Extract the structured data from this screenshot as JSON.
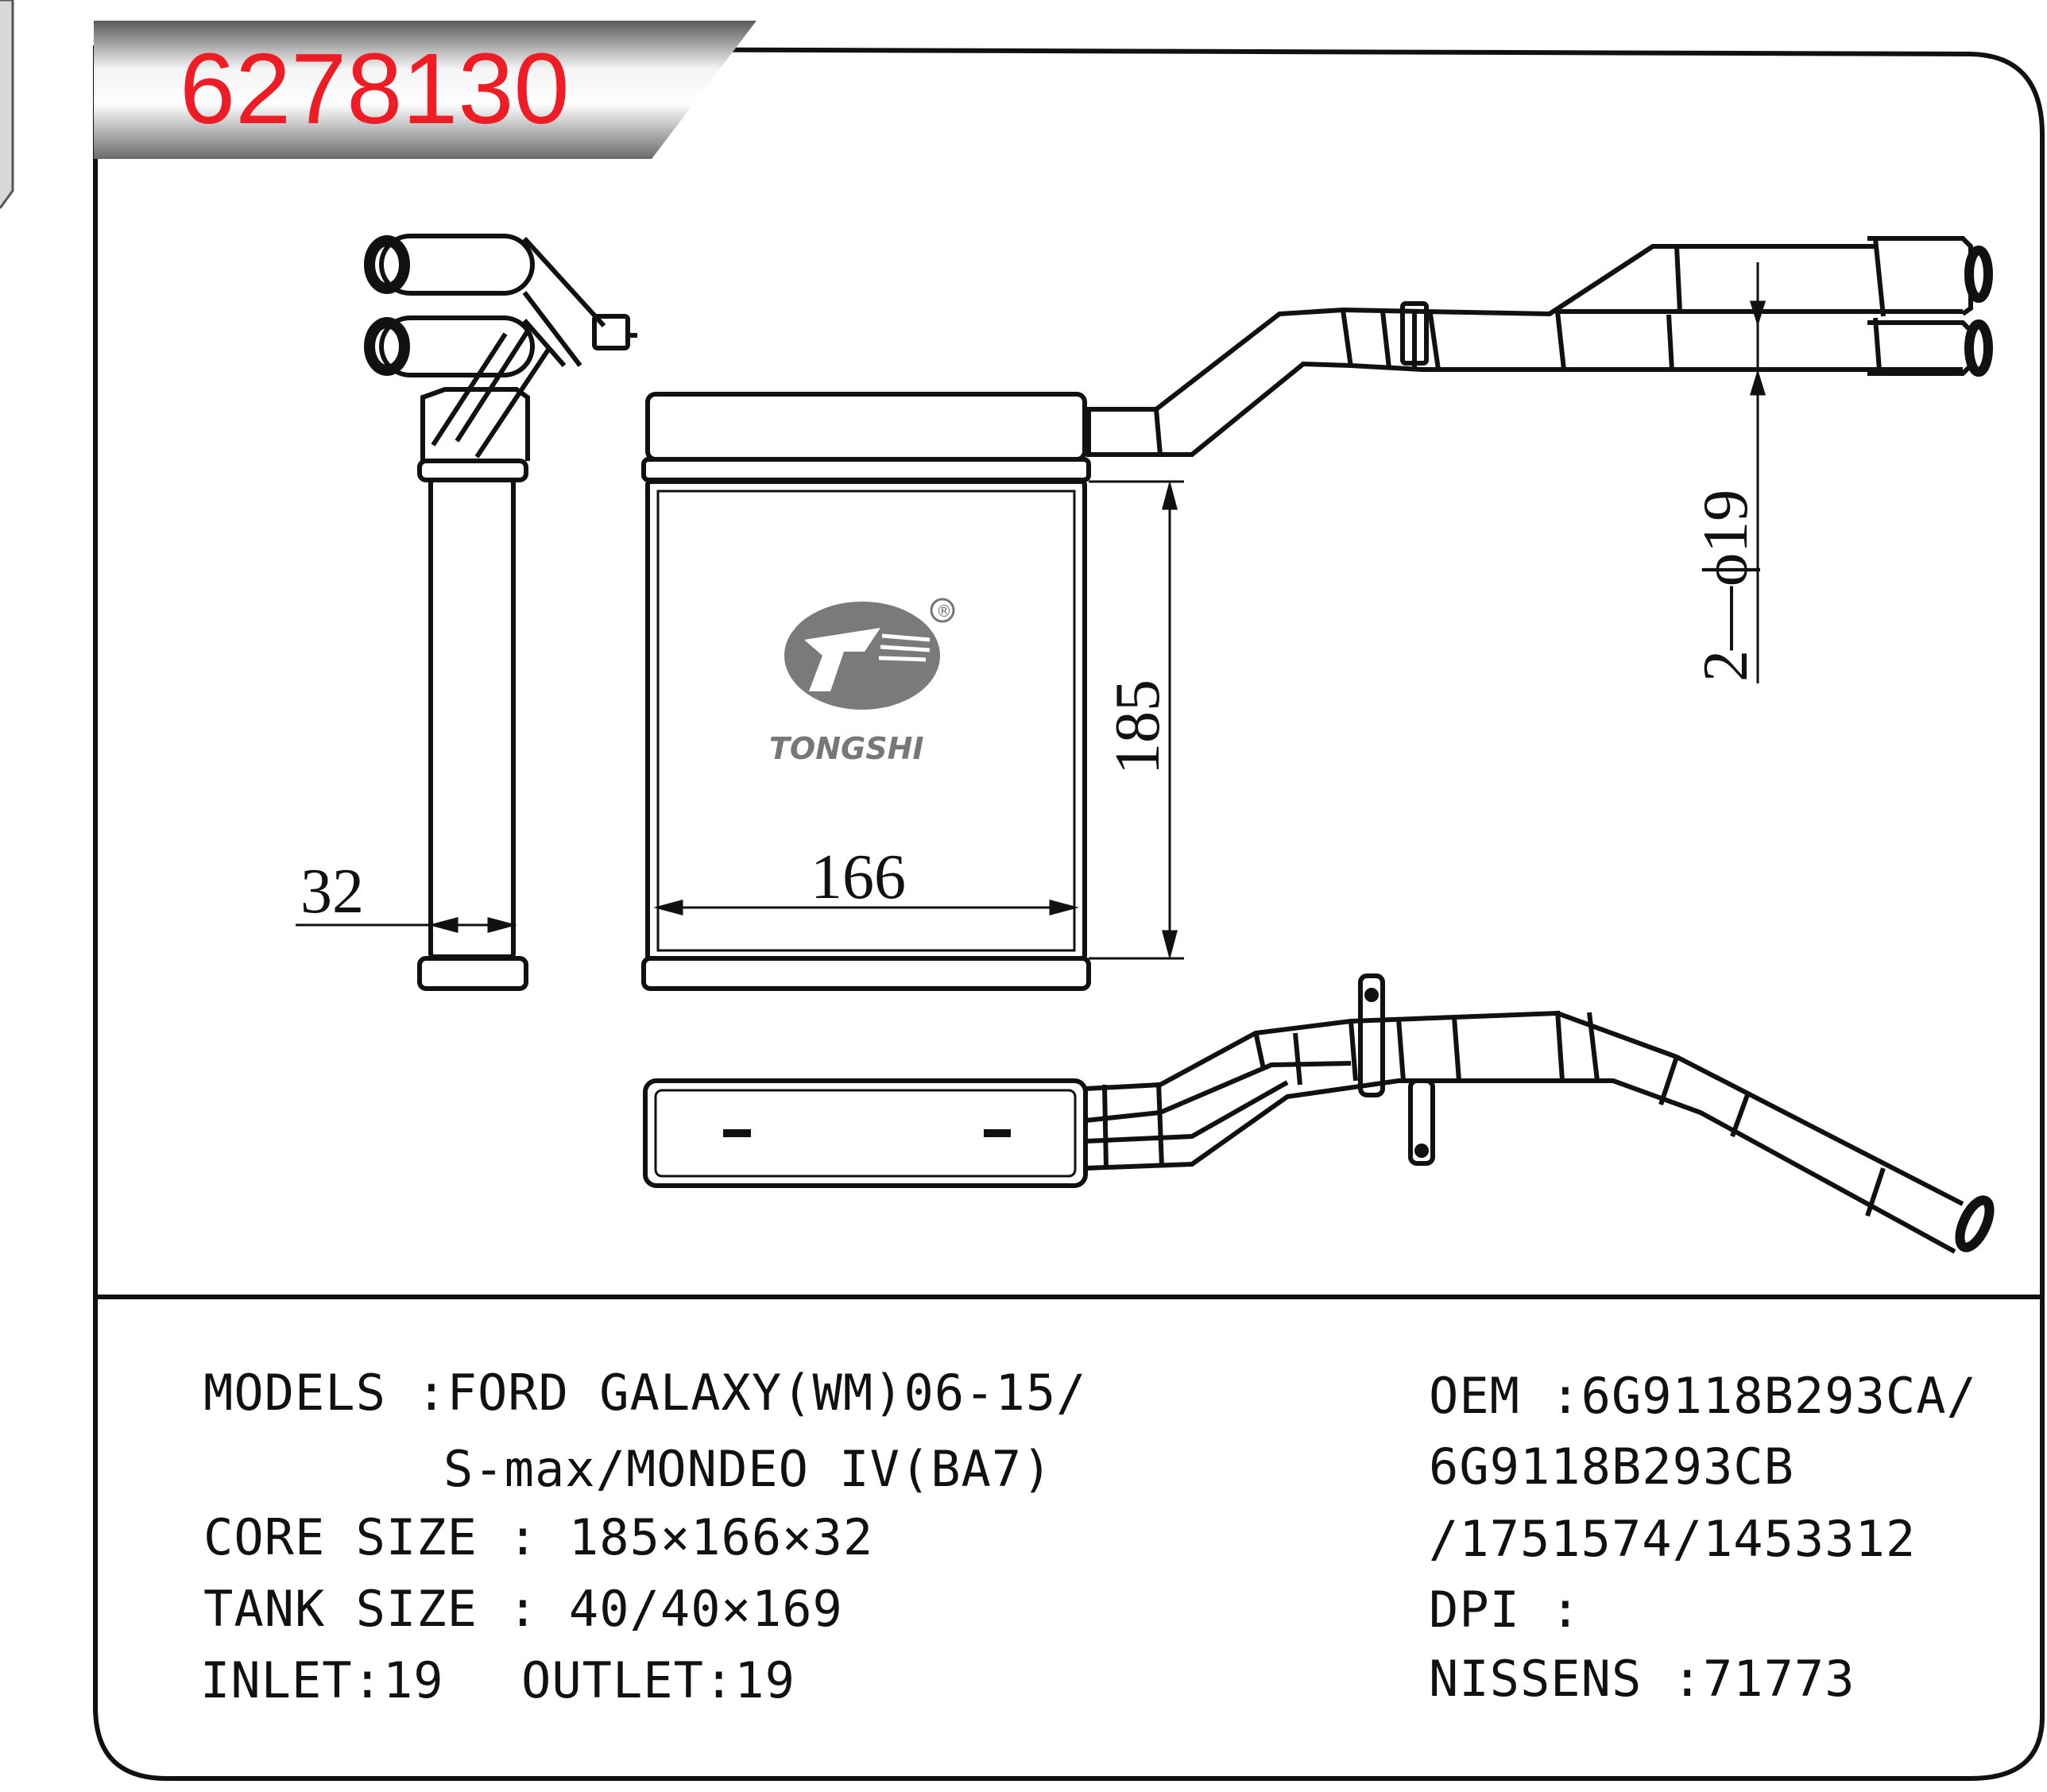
{
  "part_number": "6278130",
  "brand": {
    "name": "TONGSHI",
    "registered_mark": "®"
  },
  "dimensions": {
    "height": "185",
    "width": "166",
    "depth": "32",
    "pipe": "2—ϕ19"
  },
  "specs": {
    "models_line1": "MODELS :FORD GALAXY(WM)06-15/",
    "models_line2": "S-max/MONDEO IV(BA7)",
    "core_size": "CORE SIZE : 185×166×32",
    "tank_size": "TANK SIZE : 40/40×169",
    "inlet": "INLET:19",
    "outlet": "OUTLET:19",
    "oem_line1": "OEM :6G9118B293CA/",
    "oem_line2": "6G9118B293CB",
    "oem_line3": "/1751574/1453312",
    "dpi": "DPI :",
    "nissens": "NISSENS :71773"
  },
  "colors": {
    "part_number": "#ee1c24",
    "line": "#111111",
    "logo": "#7a7a7a"
  }
}
